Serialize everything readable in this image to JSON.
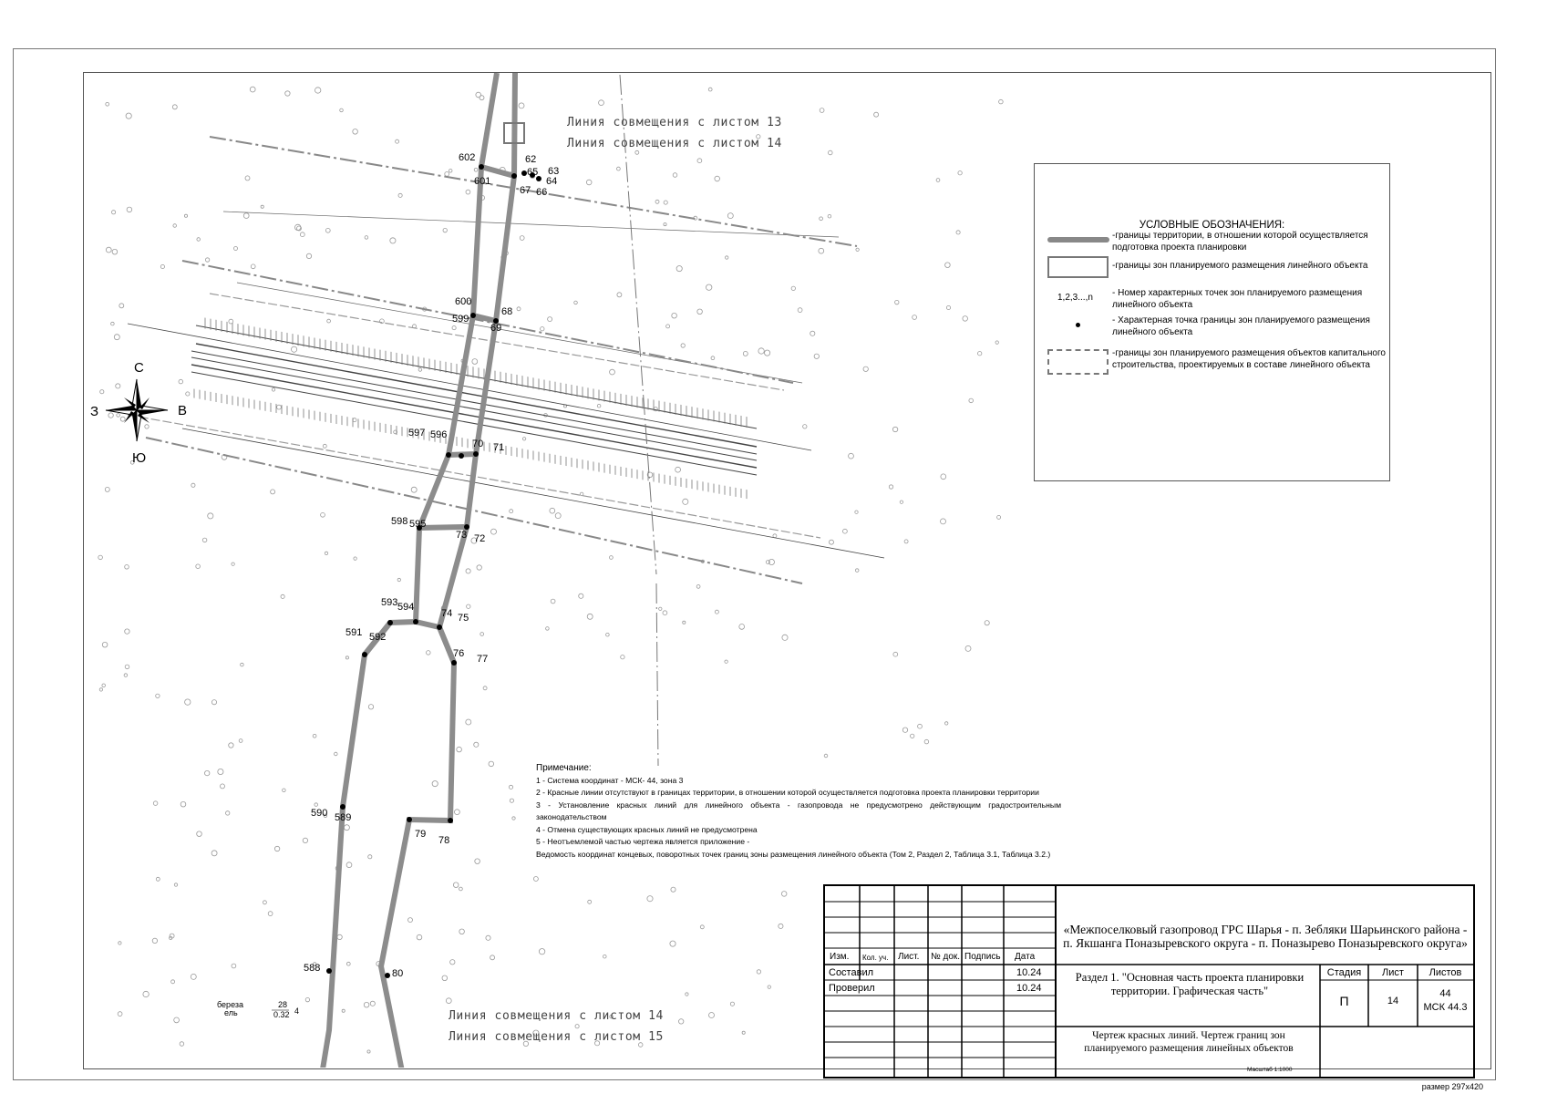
{
  "match_lines": {
    "top_a": "Линия совмещения с листом 13",
    "top_b": "Линия совмещения с листом 14",
    "bottom_a": "Линия совмещения с листом 14",
    "bottom_b": "Линия совмещения с листом 15"
  },
  "compass": {
    "n": "С",
    "s": "Ю",
    "e": "В",
    "w": "З"
  },
  "legend": {
    "title": "УСЛОВНЫЕ ОБОЗНАЧЕНИЯ:",
    "item1": "-границы территории, в отношении которой осуществляется подготовка проекта планировки",
    "item2": "-границы зон планируемого размещения линейного объекта",
    "item3_sym": "1,2,3...,n",
    "item3": "- Номер характерных точек зон планируемого размещения линейного объекта",
    "item4": "- Характерная точка границы зон планируемого размещения линейного объекта",
    "item5": "-границы зон планируемого размещения объектов капитального строительства, проектируемых в составе линейного объекта"
  },
  "notes": {
    "heading": "Примечание:",
    "n1": "1 - Система координат - МСК- 44, зона 3",
    "n2": "2 - Красные линии отсутствуют в границах территории, в отношении которой осуществляется подготовка проекта планировки территории",
    "n3": "3 - Установление красных линий для линейного объекта - газопровода не предусмотрено действующим градостроительным законодательством",
    "n4": "4 - Отмена существующих красных линий не предусмотрена",
    "n5": "5 - Неотъемлемой частью чертежа является приложение -",
    "n6": "Ведомость координат концевых, поворотных точек границ зоны размещения линейного объекта (Том 2, Раздел 2, Таблица 3.1, Таблица 3.2.)"
  },
  "tree_label": {
    "a": "береза",
    "b": "ель",
    "c": "28",
    "d": "0.32",
    "e": "4"
  },
  "points": {
    "p602": "602",
    "p601": "601",
    "p62": "62",
    "p63": "63",
    "p65": "65",
    "p64": "64",
    "p67": "67",
    "p66": "66",
    "p600": "600",
    "p599": "599",
    "p68": "68",
    "p69": "69",
    "p597": "597",
    "p596": "596",
    "p70": "70",
    "p71": "71",
    "p598": "598",
    "p595": "595",
    "p73": "73",
    "p72": "72",
    "p593": "593",
    "p594": "594",
    "p74": "74",
    "p75": "75",
    "p591": "591",
    "p592": "592",
    "p76": "76",
    "p77": "77",
    "p590": "590",
    "p589": "589",
    "p79": "79",
    "p78": "78",
    "p588": "588",
    "p80": "80"
  },
  "title_block": {
    "izm": "Изм.",
    "kol": "Кол. уч.",
    "list": "Лист.",
    "ndok": "№ док.",
    "podp": "Подпись",
    "data": "Дата",
    "sostavil": "Составил",
    "proveril": "Проверил",
    "date1": "10.24",
    "date2": "10.24",
    "project": "«Межпоселковый газопровод ГРС Шарья - п. Зебляки Шарьинского района - п. Якшанга Поназыревского округа - п. Поназырево Поназыревского округа»",
    "section": "Раздел 1. \"Основная часть проекта планировки территории. Графическая часть\"",
    "stadia_h": "Стадия",
    "list_h": "Лист",
    "listov_h": "Листов",
    "stadia": "П",
    "list_v": "14",
    "listov": "44",
    "listov2": "МСК 44.3",
    "drawing": "Чертеж красных линий. Чертеж границ зон планируемого размещения линейных объектов",
    "scale": "Масштаб 1:1000"
  },
  "paper_size": "размер 297х420"
}
